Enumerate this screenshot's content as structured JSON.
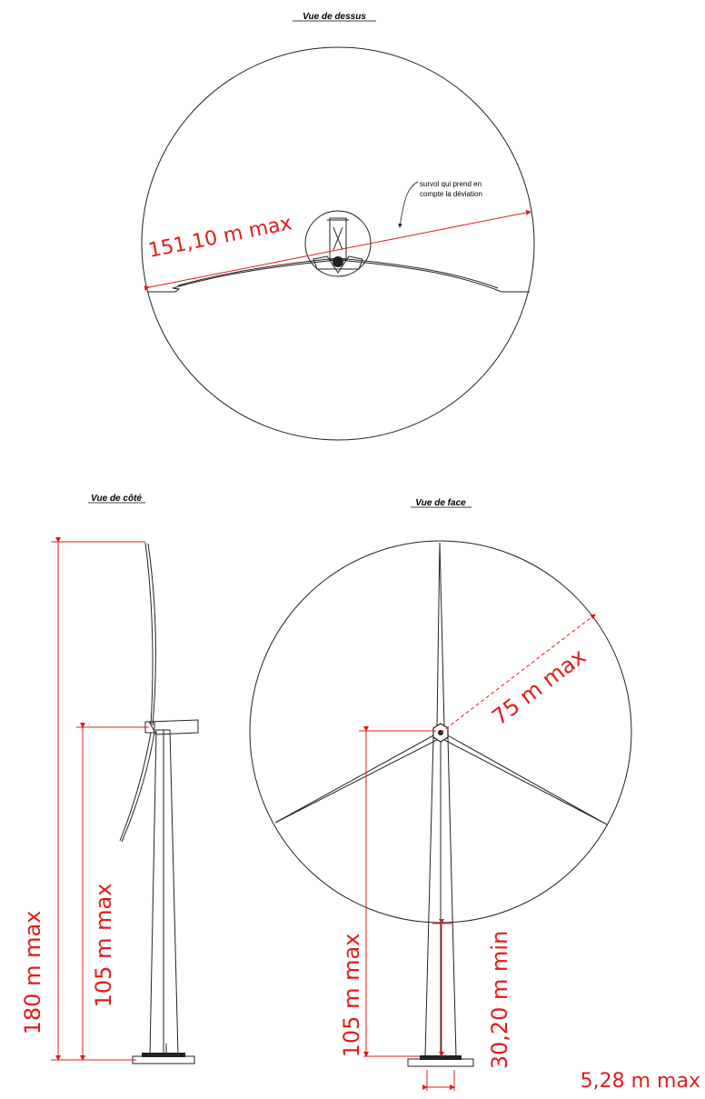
{
  "views": {
    "top": {
      "title": "Vue de dessus",
      "note_line1": "survol qui prend en",
      "note_line2": "compte la déviation",
      "dimension": "151,10 m max"
    },
    "side": {
      "title": "Vue de côté",
      "total_height": "180 m max",
      "hub_height": "105 m max"
    },
    "front": {
      "title": "Vue de face",
      "rotor_radius": "75 m max",
      "hub_height": "105 m max",
      "ground_clearance": "30,20 m min",
      "base_width": "5,28 m max"
    }
  },
  "colors": {
    "dimension": "#e31b1b",
    "line": "#222222"
  }
}
